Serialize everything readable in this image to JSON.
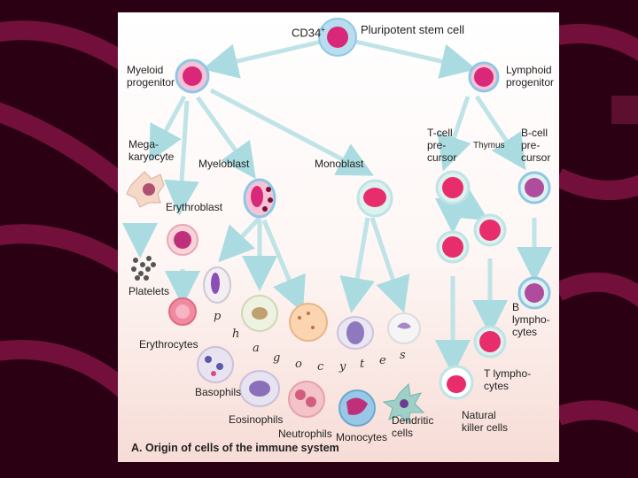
{
  "title": "A. Origin of cells of the immune system",
  "stem": {
    "superscript_prefix": "CD34",
    "superscript": "+",
    "name": "Pluripotent stem cell"
  },
  "labels": {
    "myeloid": "Myeloid\nprogenitor",
    "lymphoid": "Lymphoid\nprogenitor",
    "megakaryocyte": "Mega-\nkaryocyte",
    "myeloblast": "Myeloblast",
    "monoblast": "Monoblast",
    "tcell_precursor": "T-cell\npre-\ncursor",
    "thymus": "Thymus",
    "bcell_precursor": "B-cell\npre-\ncursor",
    "erythroblast": "Erythroblast",
    "platelets": "Platelets",
    "erythrocytes": "Erythrocytes",
    "b_lymphocytes": "B\nlympho-\ncytes",
    "basophils": "Basophils",
    "eosinophils": "Eosinophils",
    "neutrophils": "Neutrophils",
    "monocytes": "Monocytes",
    "dendritic": "Dendritic\ncells",
    "t_lymphocytes": "T lympho-\ncytes",
    "nk": "Natural\nkiller cells"
  },
  "phagocytes_letters": [
    "p",
    "h",
    "a",
    "g",
    "o",
    "c",
    "y",
    "t",
    "e",
    "s"
  ],
  "colors": {
    "background": "#2a0012",
    "stripe": "#8a1545",
    "arrow": "#bfe3e6",
    "nucleus": "#d9287a",
    "cell": "#f6c3d6",
    "cell_ring": "#8cc7e6"
  }
}
